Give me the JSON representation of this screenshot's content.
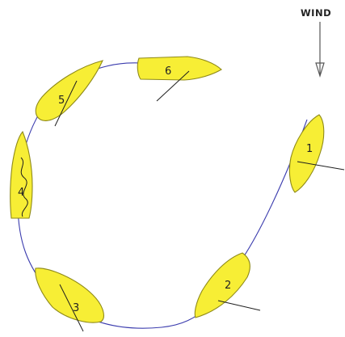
{
  "wind": {
    "label": "WIND"
  },
  "boats": [
    {
      "number": "1"
    },
    {
      "number": "2"
    },
    {
      "number": "3"
    },
    {
      "number": "4"
    },
    {
      "number": "5"
    },
    {
      "number": "6"
    }
  ],
  "colors": {
    "hull": "#f7ee35",
    "path": "#3b3cae"
  }
}
